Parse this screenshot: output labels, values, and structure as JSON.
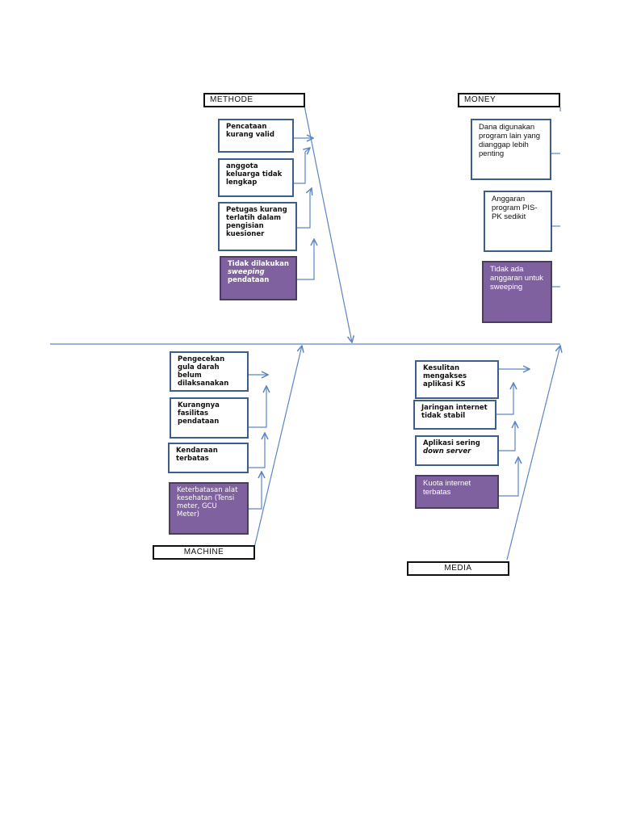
{
  "categories": {
    "methode": "METHODE",
    "money": "MONEY",
    "machine": "MACHINE",
    "media": "MEDIA"
  },
  "methode_causes": [
    {
      "text": "Pencataan kurang valid"
    },
    {
      "text": "anggota keluarga tidak lengkap"
    },
    {
      "text": "Petugas kurang terlatih dalam pengisian kuesioner"
    },
    {
      "prefix": "Tidak dilakukan",
      "italic": "sweeping",
      "suffix": "pendataan"
    }
  ],
  "money_causes": [
    {
      "text": "Dana digunakan program lain yang dianggap lebih penting"
    },
    {
      "text": "Anggaran program PIS-PK sedikit"
    },
    {
      "text": "Tidak ada anggaran untuk sweeping"
    }
  ],
  "machine_causes": [
    {
      "text": "Pengecekan gula darah belum dilaksanakan"
    },
    {
      "text": "Kurangnya fasilitas pendataan"
    },
    {
      "text": "Kendaraan terbatas"
    },
    {
      "text": "Keterbatasan alat kesehatan (Tensi meter, GCU Meter)"
    }
  ],
  "media_causes": [
    {
      "text": "Kesulitan mengakses aplikasi KS"
    },
    {
      "text": "Jaringan internet tidak stabil"
    },
    {
      "prefix": "Aplikasi sering",
      "italic": "down server"
    },
    {
      "text": "Kuota internet terbatas"
    }
  ],
  "colors": {
    "arrow": "#5b86c4",
    "box_border": "#3b5e8c",
    "purple_fill": "#7f619f"
  }
}
